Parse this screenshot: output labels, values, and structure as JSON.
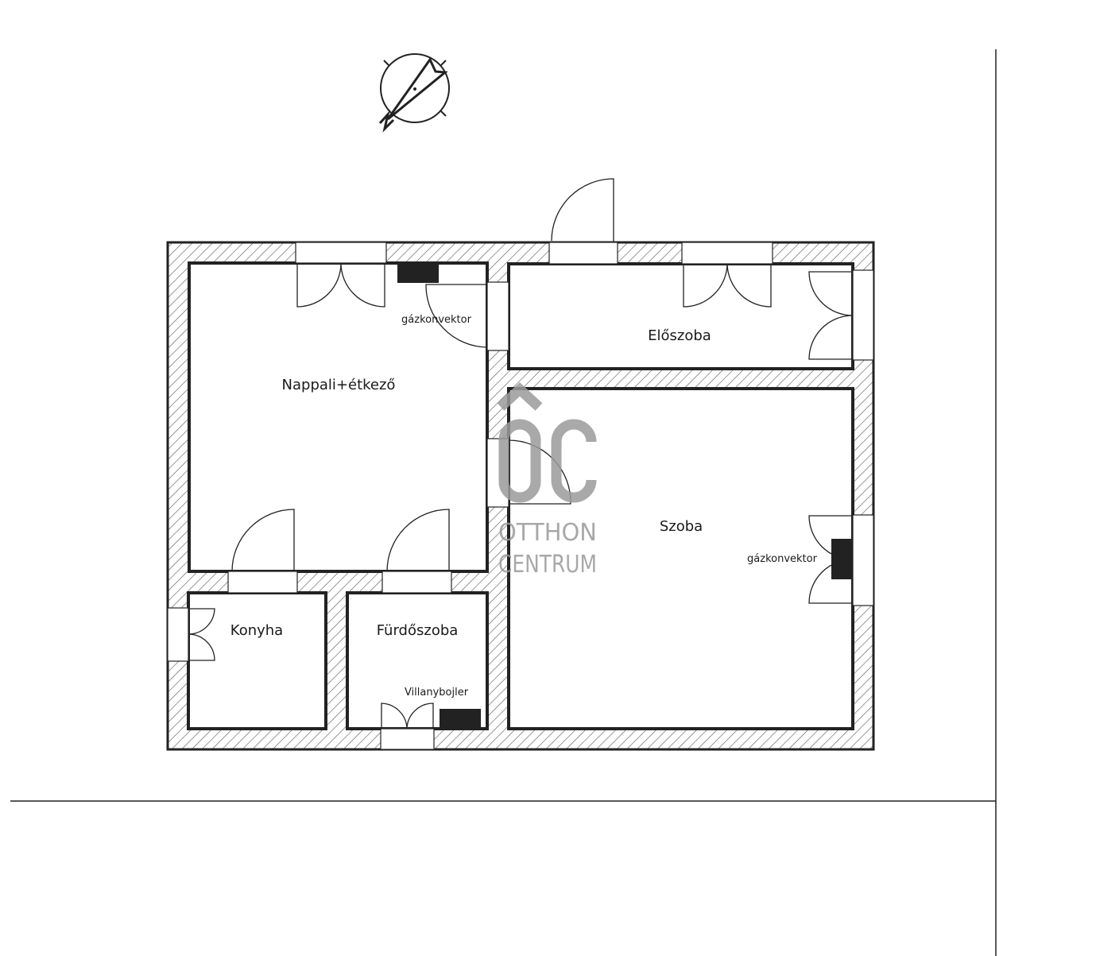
{
  "rooms": {
    "nappali": "Nappali+étkező",
    "eloszoba": "Előszoba",
    "szoba": "Szoba",
    "konyha": "Konyha",
    "furdoszoba": "Fürdőszoba"
  },
  "fixtures": {
    "gazkonvektor_1": "gázkonvektor",
    "gazkonvektor_2": "gázkonvektor",
    "villanybojler": "Villanybojler"
  },
  "watermark": {
    "logo": "ÔC",
    "line1": "OTTHON",
    "line2": "CENTRUM"
  },
  "icons": {
    "compass": "north-arrow-icon"
  },
  "colors": {
    "wall": "#222222",
    "hatch": "#555555",
    "fixture": "#222222",
    "watermark": "#9a9a9a"
  }
}
